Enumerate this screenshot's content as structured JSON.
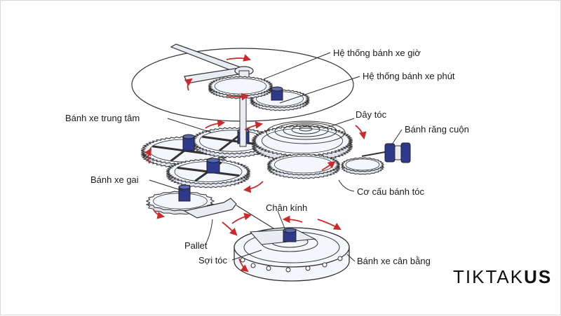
{
  "labels": {
    "hour_wheel": "Hệ thống bánh xe giờ",
    "minute_wheel": "Hệ thống bánh xe phút",
    "center_wheel": "Bánh xe trung tâm",
    "hairspring": "Dây tóc",
    "crown_wheel": "Bánh răng cuộn",
    "escape_wheel": "Bánh xe gai",
    "regulator": "Cơ cấu bánh tóc",
    "jewel": "Chân kính",
    "pallet": "Pallet",
    "spring_hair": "Sợi tóc",
    "balance_wheel": "Bánh xe cân bằng"
  },
  "brand": {
    "part1": "TIKTAK",
    "part2": "US"
  },
  "colors": {
    "arrow": "#cc2a2a",
    "ink": "#2b2b2b",
    "gear_fill": "#f4f6fb",
    "jewel": "#2d3a8c"
  }
}
